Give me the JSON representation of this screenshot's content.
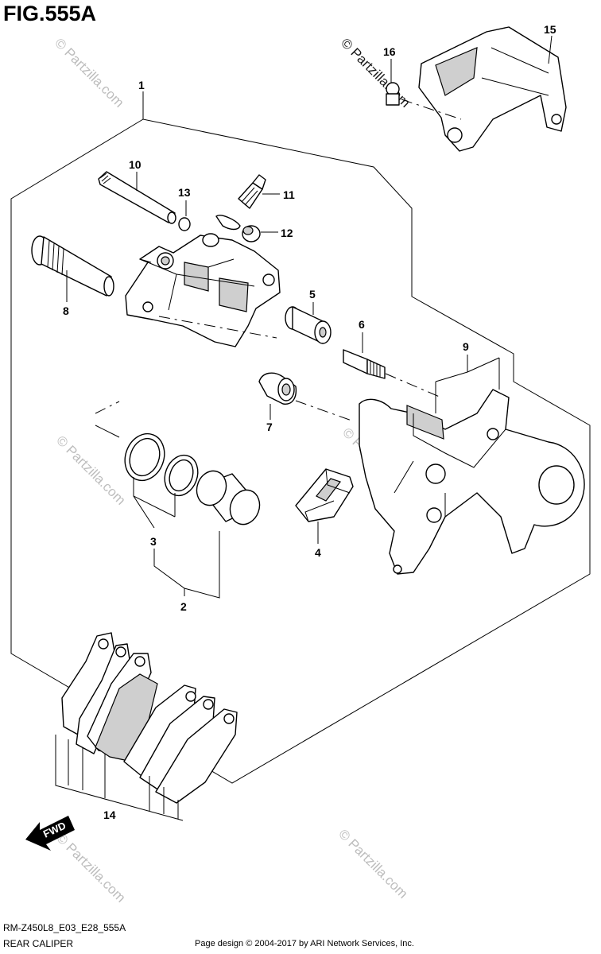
{
  "figure": {
    "title": "FIG.555A",
    "model_code": "RM-Z450L8_E03_E28_555A",
    "caption": "REAR CALIPER",
    "copyright": "Page design © 2004-2017 by ARI Network Services, Inc.",
    "watermark": "© Partzilla.com",
    "fwd_label": "FWD"
  },
  "callouts": [
    {
      "number": "1",
      "part": "caliper-assembly"
    },
    {
      "number": "2",
      "part": "piston-set"
    },
    {
      "number": "3",
      "part": "piston-seal-set"
    },
    {
      "number": "4",
      "part": "pad-spring"
    },
    {
      "number": "5",
      "part": "boot"
    },
    {
      "number": "6",
      "part": "pin"
    },
    {
      "number": "7",
      "part": "boot"
    },
    {
      "number": "8",
      "part": "bolt"
    },
    {
      "number": "9",
      "part": "bracket"
    },
    {
      "number": "10",
      "part": "pad-pin"
    },
    {
      "number": "11",
      "part": "bleeder-valve"
    },
    {
      "number": "12",
      "part": "bleeder-cap"
    },
    {
      "number": "13",
      "part": "o-ring"
    },
    {
      "number": "14",
      "part": "brake-pad-set"
    },
    {
      "number": "15",
      "part": "caliper-guard"
    },
    {
      "number": "16",
      "part": "bolt"
    }
  ]
}
